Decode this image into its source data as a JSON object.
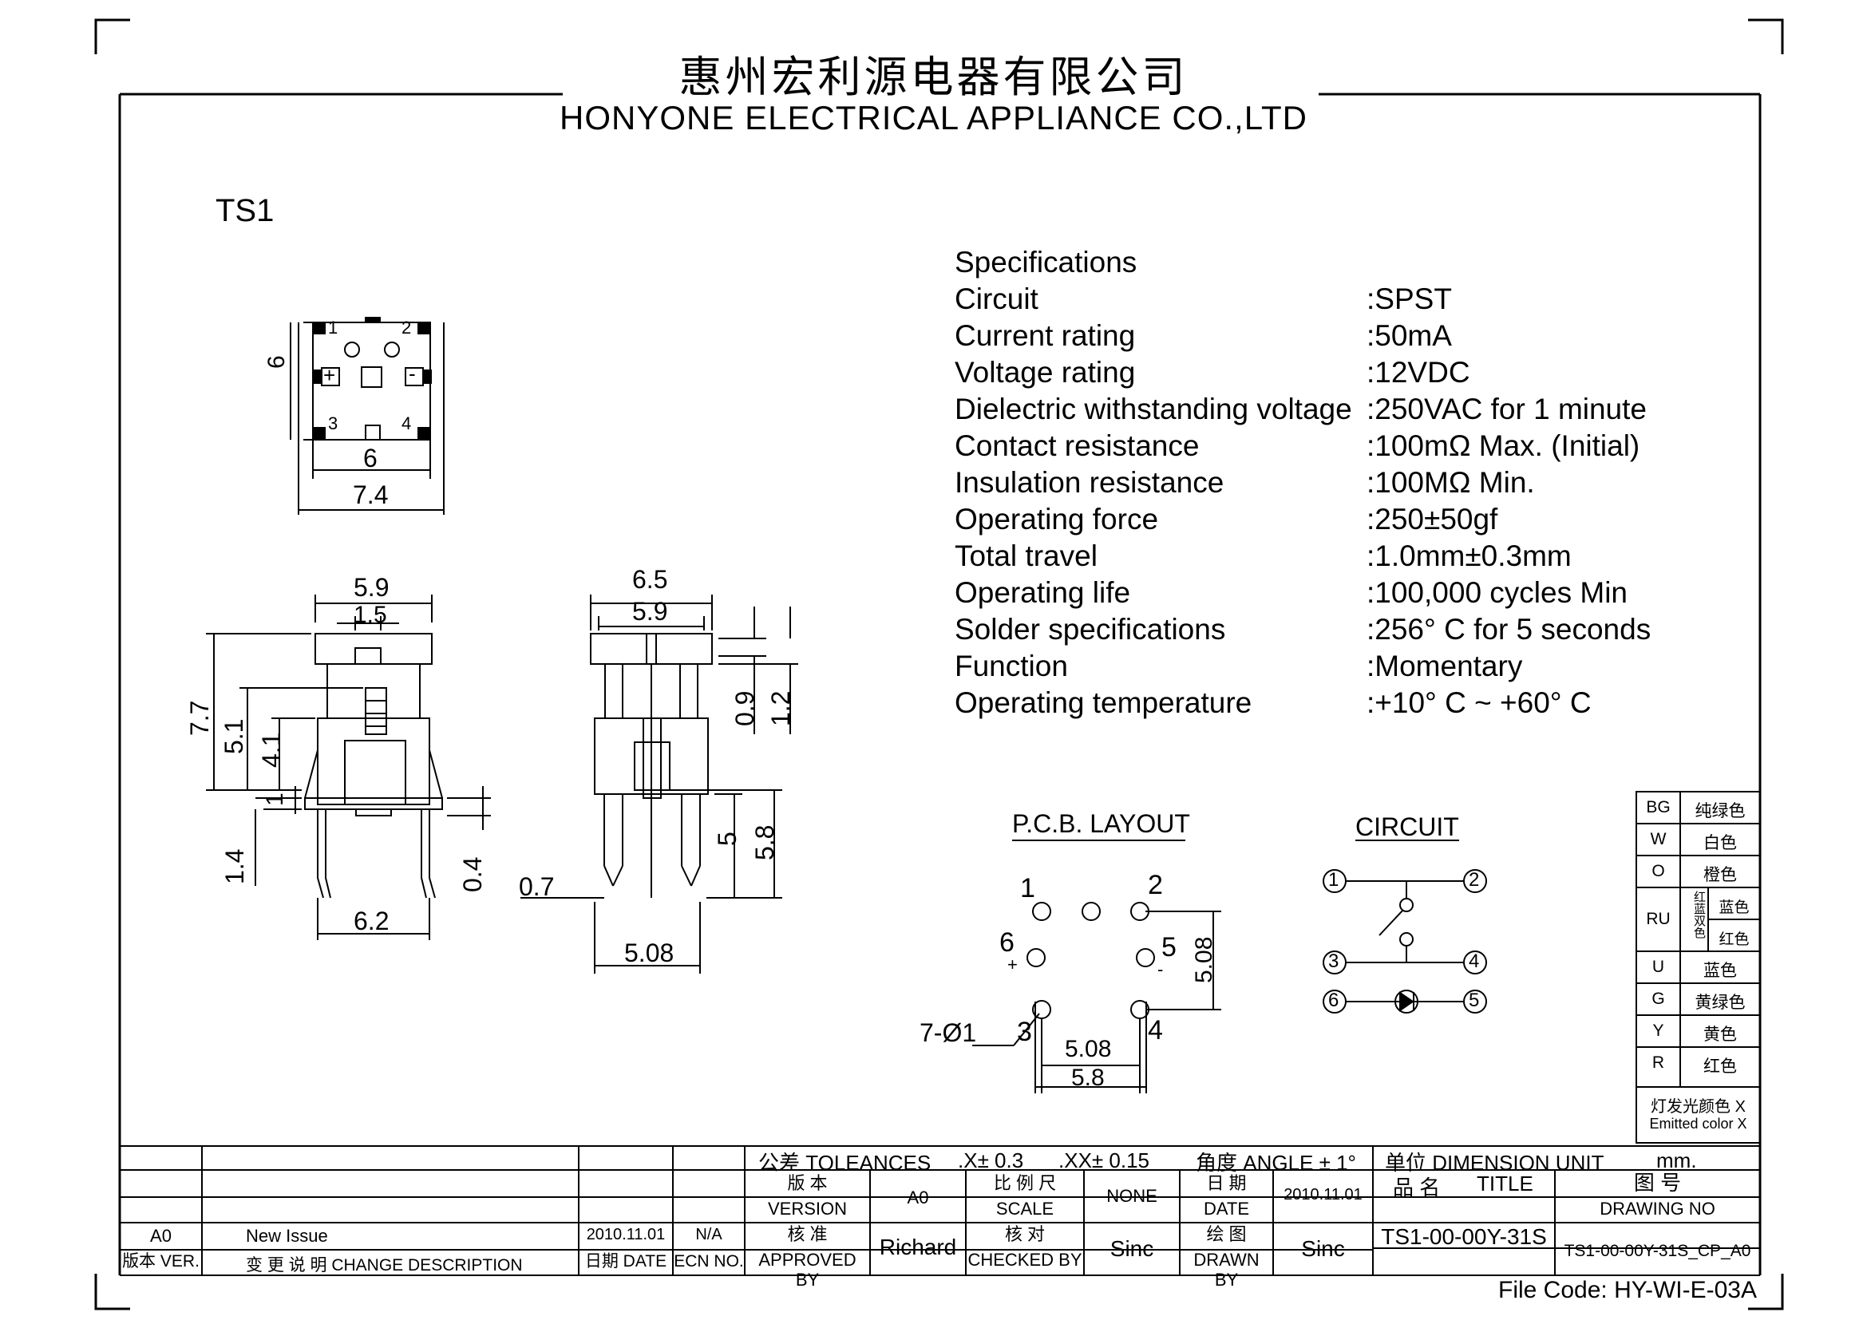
{
  "header": {
    "company_cn": "惠州宏利源电器有限公司",
    "company_en": "HONYONE ELECTRICAL APPLIANCE CO.,LTD"
  },
  "model_label": "TS1",
  "specs": {
    "title": "Specifications",
    "rows": [
      {
        "label": "Circuit",
        "value": ":SPST"
      },
      {
        "label": "Current rating",
        "value": ":50mA"
      },
      {
        "label": "Voltage rating",
        "value": ":12VDC"
      },
      {
        "label": "Dielectric withstanding voltage",
        "value": ":250VAC for 1 minute"
      },
      {
        "label": "Contact resistance",
        "value": ":100mΩ   Max. (Initial)"
      },
      {
        "label": "Insulation resistance",
        "value": ":100MΩ   Min."
      },
      {
        "label": "Operating force",
        "value": ":250±50gf"
      },
      {
        "label": "Total travel",
        "value": ":1.0mm±0.3mm"
      },
      {
        "label": "Operating life",
        "value": ":100,000 cycles Min"
      },
      {
        "label": "Solder specifications",
        "value": ":256° C for 5 seconds"
      },
      {
        "label": "Function",
        "value": ":Momentary"
      },
      {
        "label": "Operating temperature",
        "value": ":+10° C ~ +60° C"
      }
    ]
  },
  "top_view": {
    "pin_1": "1",
    "pin_2": "2",
    "pin_3": "3",
    "pin_4": "4",
    "plus": "+",
    "minus": "-",
    "dim_height": "6",
    "dim_inner_width": "6",
    "dim_outer_width": "7.4"
  },
  "front_view": {
    "dim_top_width": "5.9",
    "dim_stem": "1.5",
    "dim_7_7": "7.7",
    "dim_5_1": "5.1",
    "dim_4_1": "4.1",
    "dim_1": "1",
    "dim_1_4": "1.4",
    "dim_0_4": "0.4",
    "dim_6_2": "6.2"
  },
  "side_view": {
    "dim_6_5": "6.5",
    "dim_5_9": "5.9",
    "dim_0_9": "0.9",
    "dim_1_2": "1.2",
    "dim_0_7": "0.7",
    "dim_5": "5",
    "dim_5_8": "5.8",
    "dim_5_08": "5.08"
  },
  "pcb": {
    "title": "P.C.B. LAYOUT",
    "pin_1": "1",
    "pin_2": "2",
    "pin_3": "3",
    "pin_4": "4",
    "pin_5": "5",
    "pin_6": "6",
    "plus": "+",
    "minus": "-",
    "holes": "7-Ø1",
    "dim_vertical": "5.08",
    "dim_5_08": "5.08",
    "dim_5_8": "5.8"
  },
  "circuit": {
    "title": "CIRCUIT",
    "n1": "1",
    "n2": "2",
    "n3": "3",
    "n4": "4",
    "n5": "5",
    "n6": "6"
  },
  "color_legend": {
    "rows": [
      {
        "code": "BG",
        "name": "纯绿色"
      },
      {
        "code": "W",
        "name": "白色"
      },
      {
        "code": "O",
        "name": "橙色"
      },
      {
        "code": "U",
        "name": "蓝色"
      },
      {
        "code": "G",
        "name": "黄绿色"
      },
      {
        "code": "Y",
        "name": "黄色"
      },
      {
        "code": "R",
        "name": "红色"
      }
    ],
    "ru": {
      "code": "RU",
      "side": "红蓝双色",
      "a": "蓝色",
      "b": "红色"
    },
    "footer_cn": "灯发光颜色 X",
    "footer_en": "Emitted color X"
  },
  "title_block": {
    "tolerance_label": "公差 TOLEANCES",
    "tol_x": ".X± 0.3",
    "tol_xx": ".XX± 0.15",
    "angle": "角度 ANGLE ± 1°",
    "unit_label": "单位   DIMENSION UNIT",
    "unit_value": "mm.",
    "version_cn": "版 本",
    "version_en": "VERSION",
    "version_value": "A0",
    "scale_cn": "比 例 尺",
    "scale_en": "SCALE",
    "scale_value": "NONE",
    "date_cn": "日 期",
    "date_en": "DATE",
    "date_value": "2010.11.01",
    "title_cn": "品  名",
    "title_en": "TITLE",
    "drawing_no_cn": "图  号",
    "drawing_no_en": "DRAWING NO",
    "approved_cn": "核 准",
    "approved_en": "APPROVED BY",
    "approved_value": "Richard",
    "checked_cn": "核 对",
    "checked_en": "CHECKED BY",
    "checked_value": "Sinc",
    "drawn_cn": "绘 图",
    "drawn_en": "DRAWN BY",
    "drawn_value": "Sinc",
    "title_value": "TS1-00-00Y-31S",
    "drawing_no_value": "TS1-00-00Y-31S_CP_A0",
    "rev_ver": "A0",
    "rev_desc": "New Issue",
    "rev_date": "2010.11.01",
    "rev_ecn": "N/A",
    "hdr_ver": "版本 VER.",
    "hdr_desc": "变 更 说 明  CHANGE DESCRIPTION",
    "hdr_date": "日期 DATE",
    "hdr_ecn": "ECN NO."
  },
  "file_code": "File Code: HY-WI-E-03A"
}
